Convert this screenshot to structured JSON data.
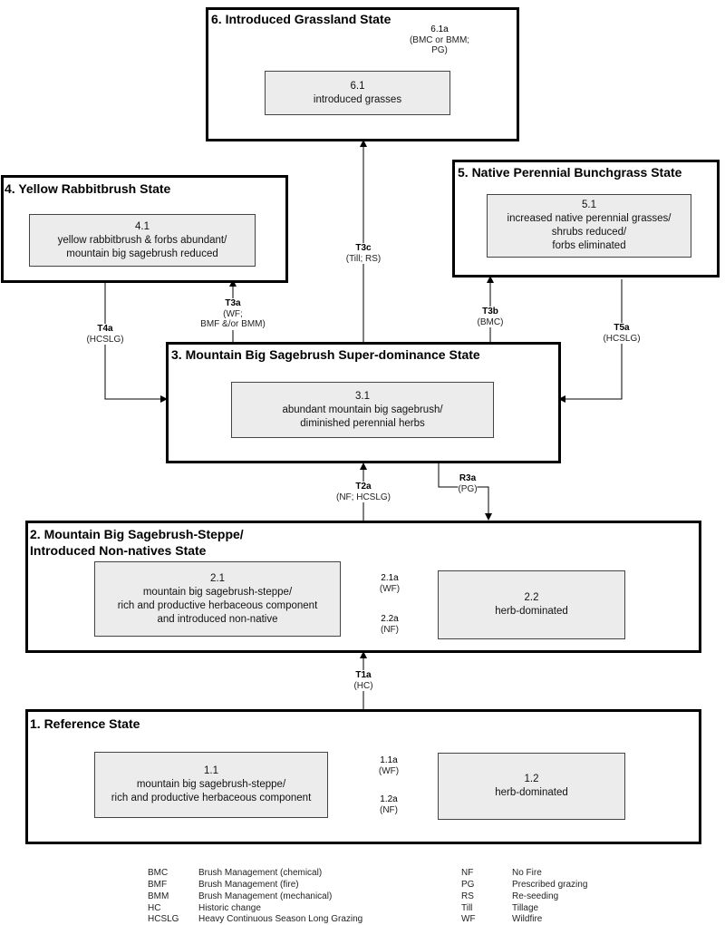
{
  "states": {
    "s6": {
      "title": "6. Introduced Grassland State",
      "phase": {
        "id": "6.1",
        "lines": [
          "introduced grasses"
        ]
      }
    },
    "s4": {
      "title": "4. Yellow Rabbitbrush State",
      "phase": {
        "id": "4.1",
        "lines": [
          "yellow rabbitbrush & forbs abundant/",
          "mountain big sagebrush reduced"
        ]
      }
    },
    "s5": {
      "title": "5. Native Perennial Bunchgrass State",
      "phase": {
        "id": "5.1",
        "lines": [
          "increased native perennial grasses/",
          "shrubs reduced/",
          "forbs eliminated"
        ]
      }
    },
    "s3": {
      "title": "3. Mountain Big Sagebrush Super-dominance State",
      "phase": {
        "id": "3.1",
        "lines": [
          "abundant mountain big sagebrush/",
          "diminished perennial herbs"
        ]
      }
    },
    "s2": {
      "title_lines": [
        "2. Mountain Big Sagebrush-Steppe/",
        "Introduced Non-natives State"
      ],
      "phase1": {
        "id": "2.1",
        "lines": [
          "mountain big sagebrush-steppe/",
          "rich and productive herbaceous component",
          "and introduced non-native"
        ]
      },
      "phase2": {
        "id": "2.2",
        "lines": [
          "herb-dominated"
        ]
      }
    },
    "s1": {
      "title": "1. Reference State",
      "phase1": {
        "id": "1.1",
        "lines": [
          "mountain big sagebrush-steppe/",
          "rich and productive herbaceous component"
        ]
      },
      "phase2": {
        "id": "1.2",
        "lines": [
          "herb-dominated"
        ]
      }
    }
  },
  "transitions": {
    "p61a": {
      "code": "6.1a",
      "sub": [
        "(BMC or BMM;",
        "PG)"
      ]
    },
    "t3c": {
      "code": "T3c",
      "sub": [
        "(Till; RS)"
      ]
    },
    "t3a": {
      "code": "T3a",
      "sub": [
        "(WF;",
        "BMF &/or BMM)"
      ]
    },
    "t4a": {
      "code": "T4a",
      "sub": [
        "(HCSLG)"
      ]
    },
    "t3b": {
      "code": "T3b",
      "sub": [
        "(BMC)"
      ]
    },
    "t5a": {
      "code": "T5a",
      "sub": [
        "(HCSLG)"
      ]
    },
    "t2a": {
      "code": "T2a",
      "sub": [
        "(NF; HCSLG)"
      ]
    },
    "r3a": {
      "code": "R3a",
      "sub": [
        "(PG)"
      ]
    },
    "p21a": {
      "code": "2.1a",
      "sub": [
        "(WF)"
      ]
    },
    "p22a": {
      "code": "2.2a",
      "sub": [
        "(NF)"
      ]
    },
    "t1a": {
      "code": "T1a",
      "sub": [
        "(HC)"
      ]
    },
    "p11a": {
      "code": "1.1a",
      "sub": [
        "(WF)"
      ]
    },
    "p12a": {
      "code": "1.2a",
      "sub": [
        "(NF)"
      ]
    }
  },
  "legend": {
    "left": [
      {
        "abbr": "BMC",
        "desc": "Brush Management (chemical)"
      },
      {
        "abbr": "BMF",
        "desc": "Brush Management (fire)"
      },
      {
        "abbr": "BMM",
        "desc": "Brush Management (mechanical)"
      },
      {
        "abbr": "HC",
        "desc": "Historic change"
      },
      {
        "abbr": "HCSLG",
        "desc": "Heavy Continuous Season Long Grazing"
      }
    ],
    "right": [
      {
        "abbr": "NF",
        "desc": "No Fire"
      },
      {
        "abbr": "PG",
        "desc": "Prescribed grazing"
      },
      {
        "abbr": "RS",
        "desc": "Re-seeding"
      },
      {
        "abbr": "Till",
        "desc": "Tillage"
      },
      {
        "abbr": "WF",
        "desc": "Wildfire"
      }
    ]
  }
}
